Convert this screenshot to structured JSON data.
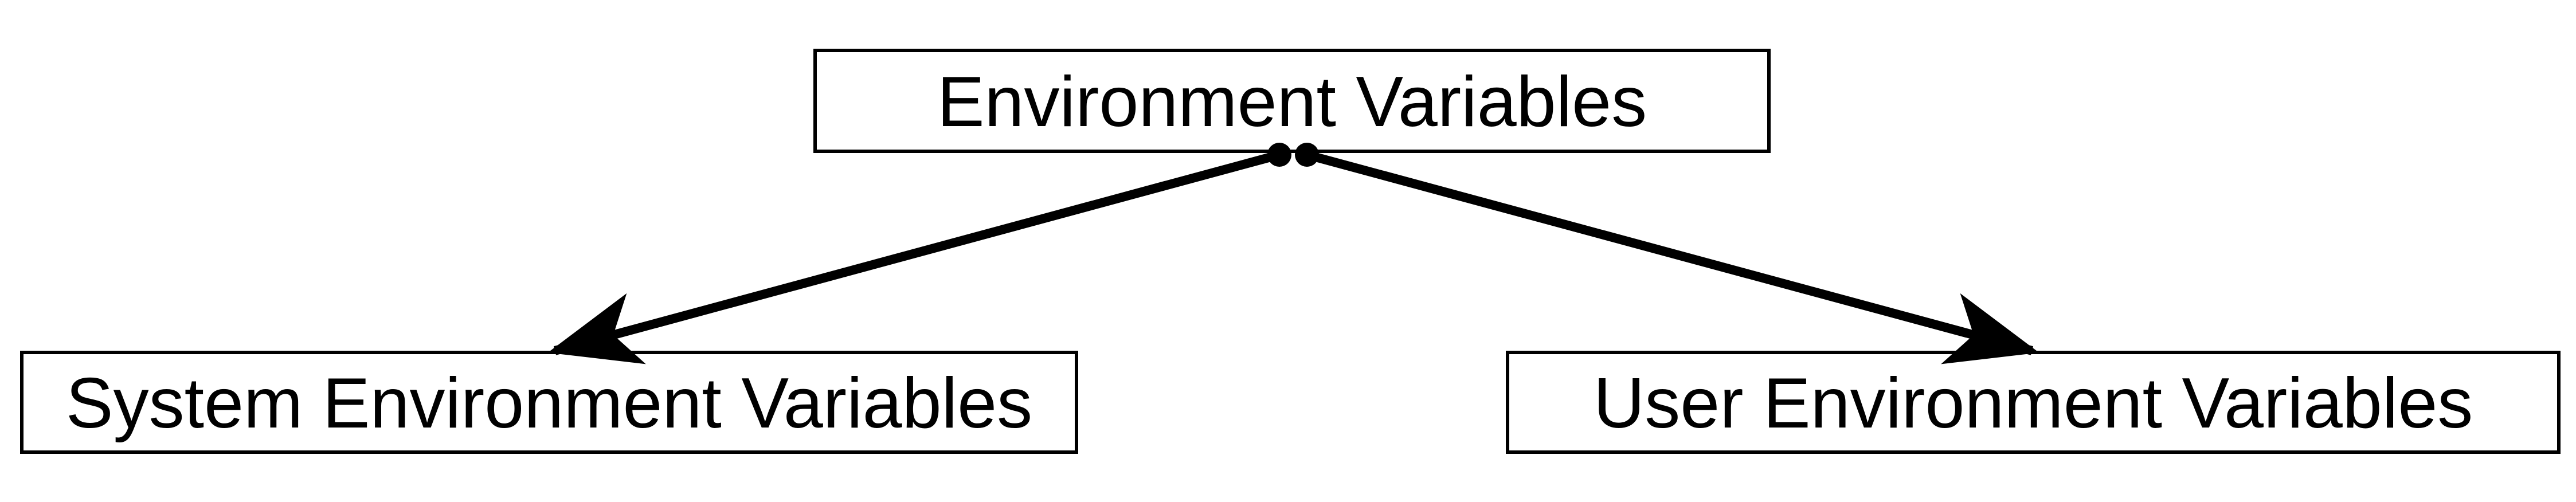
{
  "diagram": {
    "root": {
      "label": "Environment Variables"
    },
    "children": [
      {
        "label": "System Environment Variables"
      },
      {
        "label": "User Environment Variables"
      }
    ]
  },
  "colors": {
    "stroke": "#000000",
    "background": "#ffffff"
  }
}
